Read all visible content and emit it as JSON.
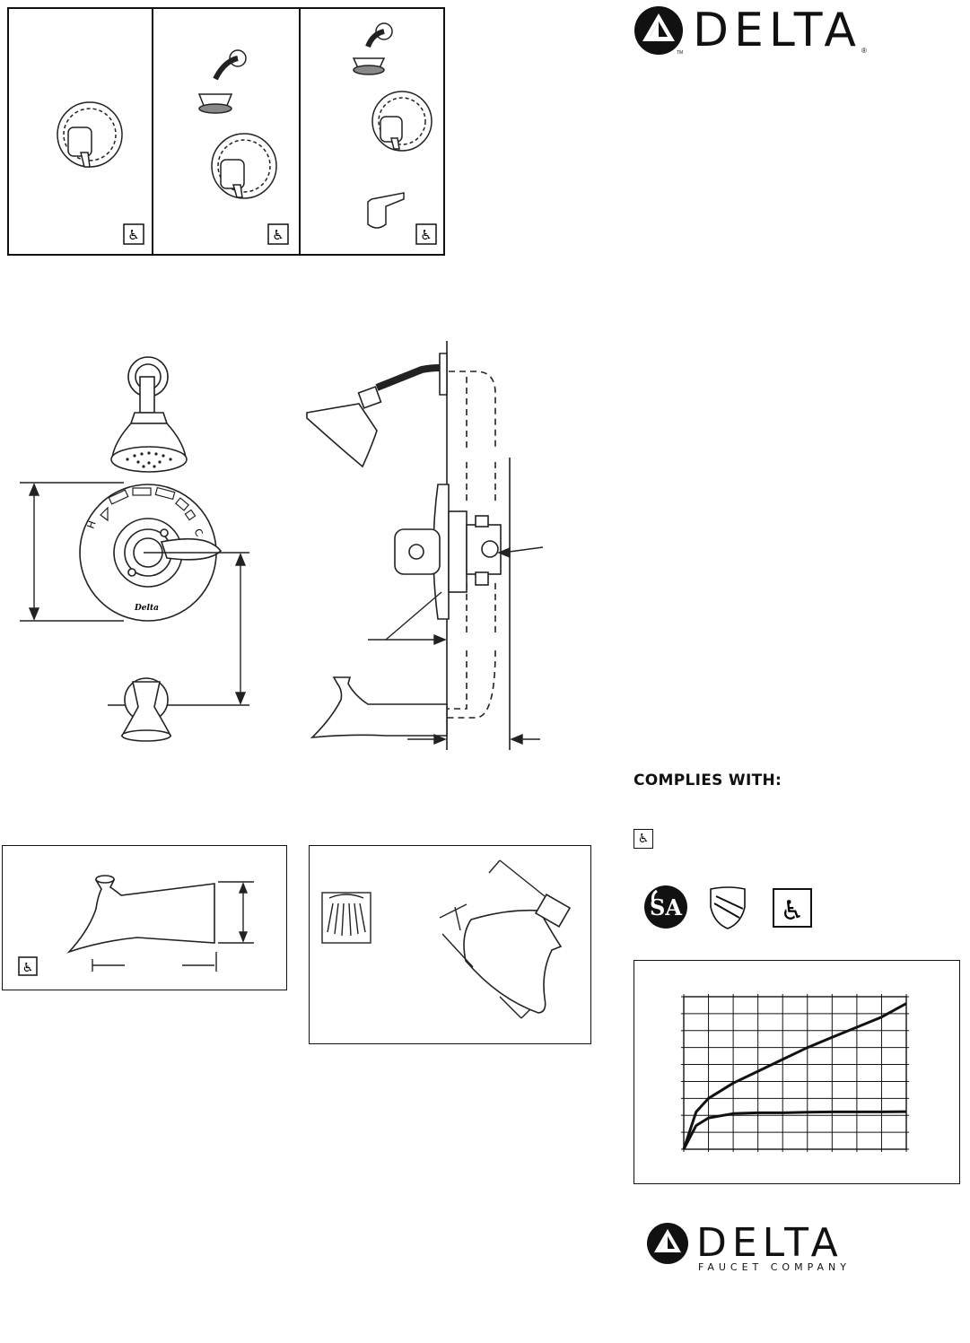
{
  "brand": {
    "name": "DELTA",
    "tm": "TM",
    "reg": "®",
    "company": "FAUCET COMPANY"
  },
  "compliance": {
    "heading": "COMPLIES WITH:"
  },
  "illustration": {
    "valve_label": "Delta",
    "hot_mark": "H",
    "cold_mark": "C"
  },
  "icons": {
    "accessible": "wheelchair-icon",
    "csa": "csa-certification-icon",
    "shield": "shield-certification-icon",
    "spray": "spray-pattern-icon"
  },
  "chart_data": {
    "type": "line",
    "title": "",
    "xlabel": "",
    "ylabel": "",
    "grid": true,
    "x_divisions": 9,
    "y_divisions": 9,
    "series": [
      {
        "x": [
          0,
          0.5,
          1,
          2,
          3,
          4,
          5,
          6,
          7,
          8,
          9
        ],
        "y": [
          0,
          2.2,
          3.0,
          3.9,
          4.6,
          5.3,
          6.0,
          6.6,
          7.2,
          7.8,
          8.6
        ]
      },
      {
        "x": [
          0,
          0.5,
          1,
          2,
          3,
          4,
          5,
          6,
          7,
          8,
          9
        ],
        "y": [
          0,
          1.4,
          1.85,
          2.1,
          2.15,
          2.15,
          2.18,
          2.2,
          2.2,
          2.2,
          2.22
        ]
      }
    ]
  }
}
